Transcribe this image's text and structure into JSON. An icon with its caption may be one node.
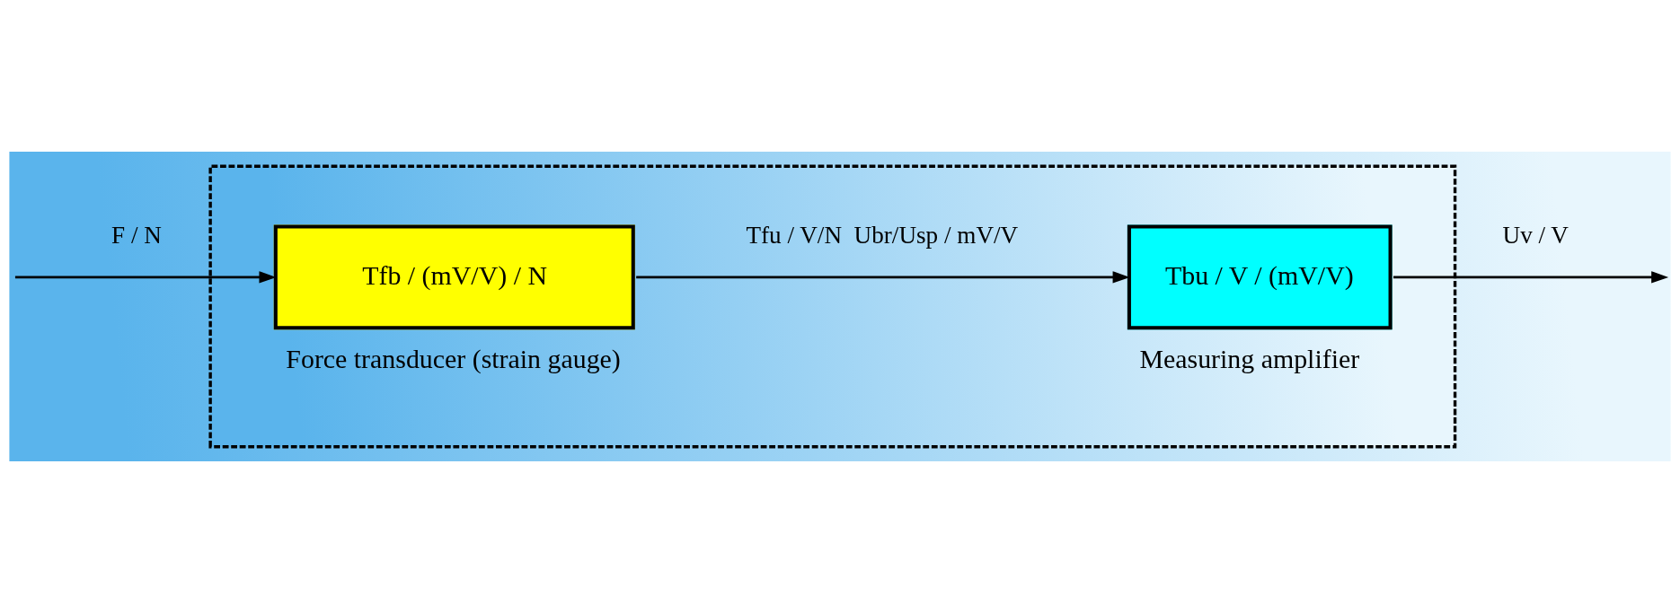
{
  "diagram": {
    "nodes": [
      {
        "text": [],
        "shape": "box"
      },
      {
        "text": [
          "Tfb / (mV/V) / N"
        ],
        "in": 0,
        "beside": [
          "Force transducer (strain gauge)"
        ]
      },
      {
        "text": [
          "Tbu / V / (mV/V)"
        ],
        "in": 0,
        "beside": [
          "Measuring amplifier"
        ]
      }
    ],
    "edges": [
      {
        "from": null,
        "to": 1,
        "arrow": "to",
        "label": "F / N"
      },
      {
        "from": 1,
        "to": 2,
        "arrow": "to",
        "label": "Tfu / V/N  Ubr/Usp / mV/V"
      },
      {
        "from": 2,
        "to": null,
        "arrow": "to",
        "label": "Uv / V"
      }
    ]
  }
}
